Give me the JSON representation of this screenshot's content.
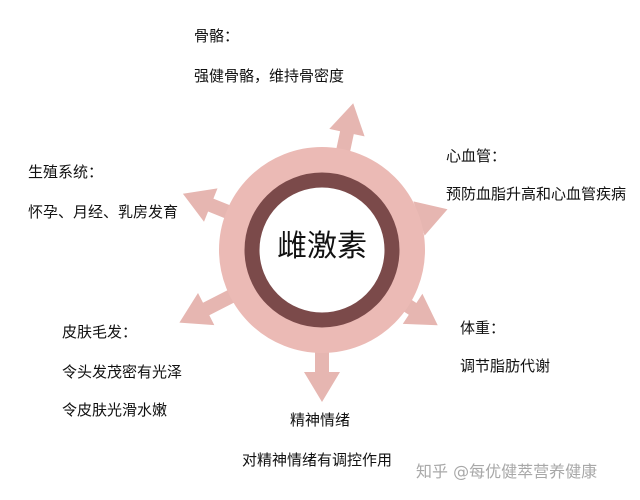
{
  "center": {
    "title": "雌激素"
  },
  "colors": {
    "ring_outer": "#ebbab5",
    "ring_inner": "#7b4a4a",
    "arrow": "#e6b6b1"
  },
  "branches": {
    "bone": {
      "heading": "骨骼：",
      "lines": [
        "强健骨骼，维持骨密度"
      ]
    },
    "cardio": {
      "heading": "心血管：",
      "lines": [
        "预防血脂升高和心血管疾病"
      ]
    },
    "weight": {
      "heading": "体重：",
      "lines": [
        "调节脂肪代谢"
      ]
    },
    "mood": {
      "heading": "精神情绪",
      "lines": [
        "对精神情绪有调控作用"
      ]
    },
    "skin": {
      "heading": "皮肤毛发：",
      "lines": [
        "令头发茂密有光泽",
        "令皮肤光滑水嫩"
      ]
    },
    "repro": {
      "heading": "生殖系统：",
      "lines": [
        "怀孕、月经、乳房发育"
      ]
    }
  },
  "watermark": "知乎 @每优健萃营养健康"
}
